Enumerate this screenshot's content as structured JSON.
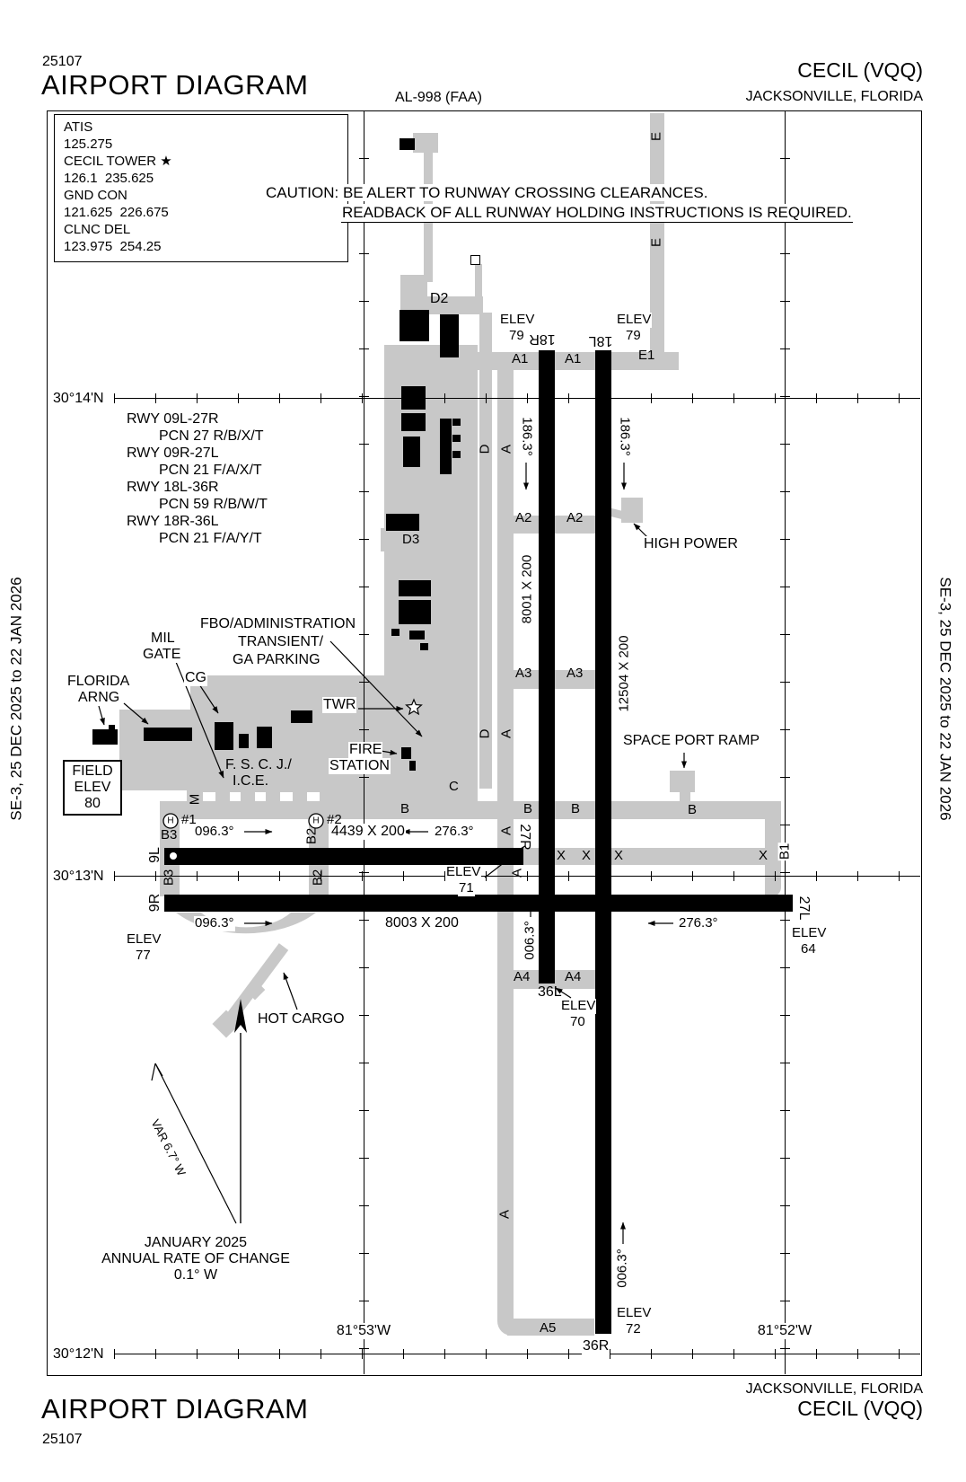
{
  "header": {
    "chart_number": "25107",
    "title": "AIRPORT DIAGRAM",
    "al_number": "AL-998 (FAA)",
    "airport": "CECIL (VQQ)",
    "city": "JACKSONVILLE, FLORIDA"
  },
  "footer": {
    "title": "AIRPORT DIAGRAM",
    "chart_number": "25107",
    "city": "JACKSONVILLE, FLORIDA",
    "airport": "CECIL (VQQ)"
  },
  "margin_note": "SE-3, 25 DEC 2025 to 22 JAN 2026",
  "comms": [
    "ATIS",
    "125.275",
    "CECIL TOWER ★",
    "126.1  235.625",
    "GND CON",
    "121.625  226.675",
    "CLNC DEL",
    "123.975  254.25"
  ],
  "caution": {
    "line1": "CAUTION: BE ALERT TO RUNWAY CROSSING CLEARANCES.",
    "line2": "READBACK OF ALL RUNWAY HOLDING INSTRUCTIONS IS REQUIRED."
  },
  "runway_data": [
    "RWY 09L-27R",
    "PCN 27 R/B/X/T",
    "RWY 09R-27L",
    "PCN 21 F/A/X/T",
    "RWY 18L-36R",
    "PCN 59 R/B/W/T",
    "RWY 18R-36L",
    "PCN 21 F/A/Y/T"
  ],
  "grid": {
    "lat_14": "30°14'N",
    "lat_13": "30°13'N",
    "lat_12": "30°12'N",
    "lon_53": "81°53'W",
    "lon_52": "81°52'W"
  },
  "compass": {
    "variation": "VAR 6.7° W",
    "date": "JANUARY 2025",
    "rate_label": "ANNUAL RATE OF CHANGE",
    "rate_value": "0.1° W"
  },
  "field_elev": {
    "line1": "FIELD",
    "line2": "ELEV",
    "line3": "80"
  },
  "runways": {
    "r18r": "18R",
    "r18l": "18L",
    "r9l": "9L",
    "r9r": "9R",
    "r27r": "27R",
    "r27l": "27L",
    "r36l": "36L",
    "r36r": "36R",
    "dim_09l": "4439 X 200",
    "dim_09r": "8003 X 200",
    "dim_18r36l": "8001 X 200",
    "dim_18l36r": "12504 X 200",
    "hdg_e": "096.3°",
    "hdg_w": "276.3°",
    "hdg_s": "186.3°",
    "hdg_n": "006.3°"
  },
  "elev": {
    "label": "ELEV",
    "e79": "79",
    "e71": "71",
    "e77": "77",
    "e64": "64",
    "e70": "70",
    "e72": "72"
  },
  "taxiways": {
    "a": "A",
    "b": "B",
    "c": "C",
    "d": "D",
    "e": "E",
    "m": "M",
    "a1": "A1",
    "a2": "A2",
    "a3": "A3",
    "a4": "A4",
    "a5": "A5",
    "b1": "B1",
    "b2": "B2",
    "b3": "B3",
    "d2": "D2",
    "d3": "D3",
    "e1": "E1",
    "closed_x": "X"
  },
  "facilities": {
    "fbo": "FBO/ADMINISTRATION",
    "transient": "TRANSIENT/",
    "ga_parking": "GA PARKING",
    "mil": "MIL",
    "gate": "GATE",
    "cg": "CG",
    "florida": "FLORIDA",
    "arng": "ARNG",
    "twr": "TWR",
    "fire": "FIRE",
    "station": "STATION",
    "fscj": "F. S. C. J./",
    "ice": "I.C.E.",
    "high_power": "HIGH POWER",
    "space_port": "SPACE PORT RAMP",
    "hot_cargo": "HOT CARGO"
  },
  "helipads": {
    "symbol": "H",
    "h1": "#1",
    "h2": "#2"
  },
  "colors": {
    "taxiway": "#c8c8c8",
    "runway": "#000000",
    "background": "#ffffff"
  }
}
